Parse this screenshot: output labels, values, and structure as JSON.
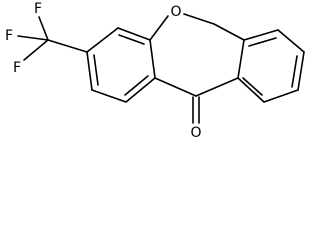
{
  "molecule": {
    "atoms": {
      "o_ring": "O",
      "o_carbonyl": "O",
      "f_top": "F",
      "f_mid": "F",
      "f_bot": "F"
    },
    "colors": {
      "bond": "#000000",
      "label": "#000000",
      "background": "#ffffff"
    }
  }
}
